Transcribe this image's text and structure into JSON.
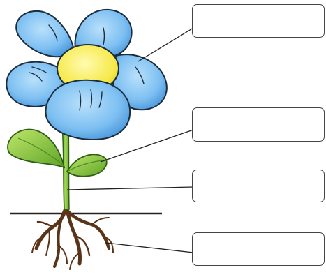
{
  "diagram": {
    "colors": {
      "petal": "#7ec0f2",
      "petal_dark": "#3f8fd6",
      "center": "#f6e94a",
      "stem": "#7cc242",
      "leaf": "#8fcf3c",
      "root": "#5a3418",
      "ground": "#222222"
    },
    "labels": [
      {
        "id": "flower",
        "text": ""
      },
      {
        "id": "leaf",
        "text": ""
      },
      {
        "id": "stem",
        "text": ""
      },
      {
        "id": "roots",
        "text": ""
      }
    ]
  }
}
